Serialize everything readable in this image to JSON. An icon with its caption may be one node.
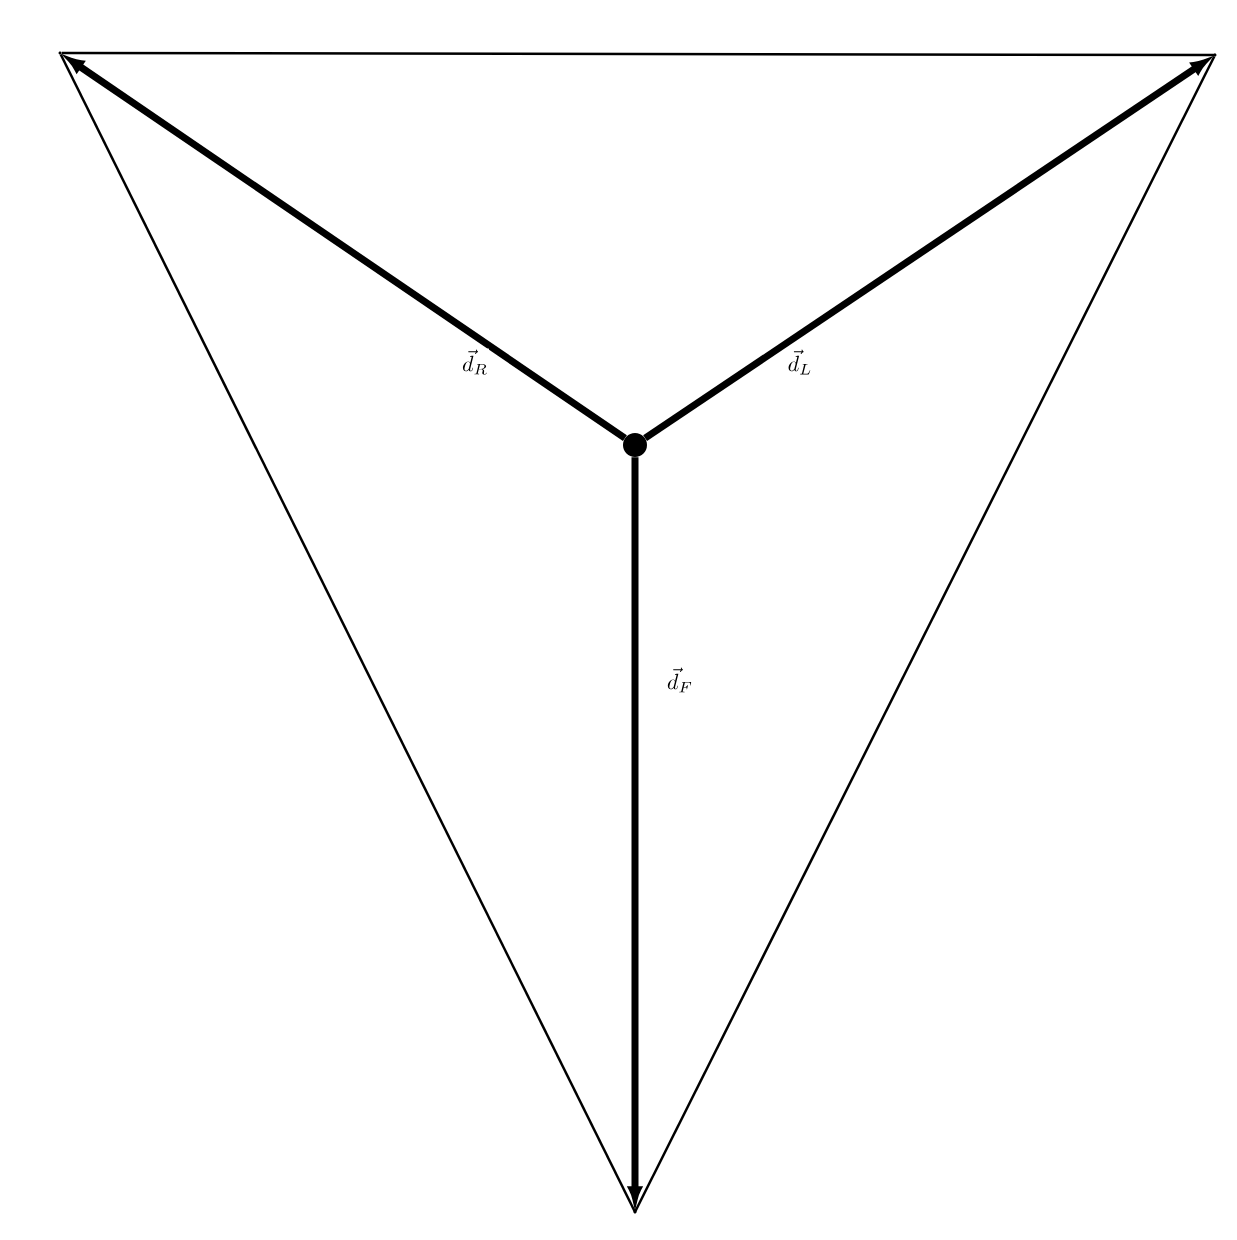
{
  "diagram": {
    "nodes": [
      {
        "text": [],
        "shape": "circle"
      },
      {
        "text": [],
        "shape": "point"
      },
      {
        "text": [],
        "shape": "point"
      },
      {
        "text": [],
        "shape": "point"
      }
    ],
    "edges": [
      {
        "from": 0,
        "to": 1,
        "arrow": "to",
        "style": "thick",
        "label": "\\vec{d}_R"
      },
      {
        "from": 0,
        "to": 2,
        "arrow": "to",
        "style": "thick",
        "label": "\\vec{d}_L"
      },
      {
        "from": 0,
        "to": 3,
        "arrow": "to",
        "style": "thick",
        "label": "\\vec{d}_F"
      },
      {
        "from": 1,
        "to": 2,
        "arrow": "none"
      },
      {
        "from": 1,
        "to": 3,
        "arrow": "none"
      },
      {
        "from": 2,
        "to": 3,
        "arrow": "none"
      }
    ]
  }
}
